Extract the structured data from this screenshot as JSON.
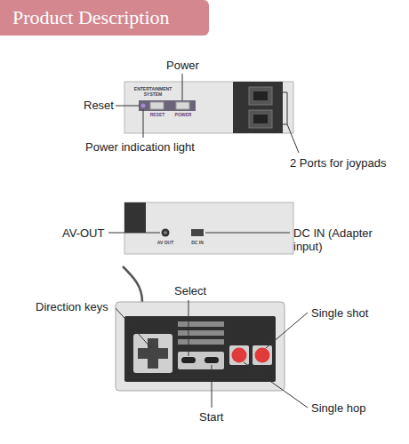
{
  "diagram": {
    "title": "Product Description",
    "labels": [
      "ENTERTAINMENT SYSTEM",
      "RESET",
      "POWER",
      "Power",
      "Reset",
      "Power indication light",
      "2 Ports for joypads",
      "AV OUT",
      "DC IN",
      "AV-OUT",
      "DC IN (Adapter input)",
      "Direction keys",
      "Select",
      "Single shot",
      "Start",
      "Single hop"
    ]
  }
}
